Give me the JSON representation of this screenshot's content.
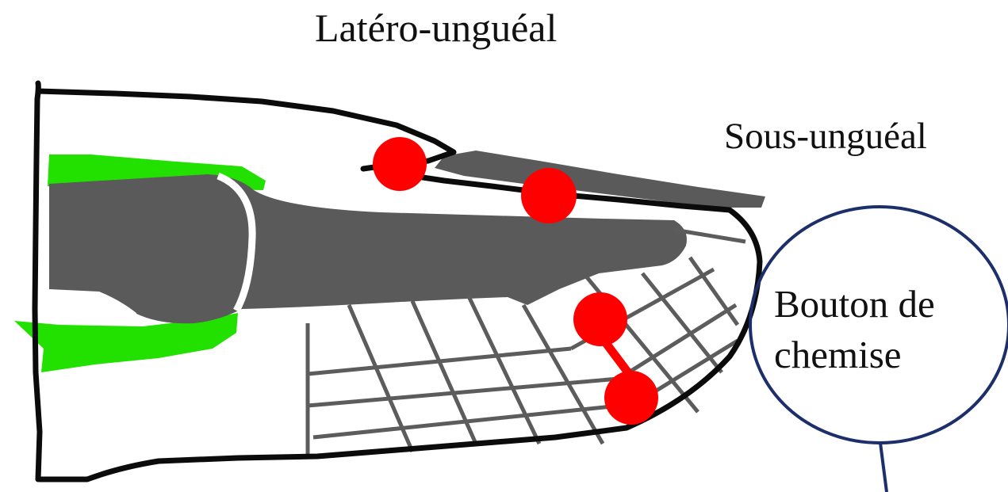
{
  "title": "",
  "labels": {
    "lateral": "Latéro-unguéal",
    "subungual": "Sous-unguéal",
    "callout_line1": "Bouton de",
    "callout_line2": "chemise"
  },
  "colors": {
    "outline": "#0b0b0b",
    "bone": "#5a5a5a",
    "tendon": "#22e000",
    "lesion": "#ff0000",
    "grid": "#5c5c5c",
    "callout": "#1c2f6b"
  }
}
